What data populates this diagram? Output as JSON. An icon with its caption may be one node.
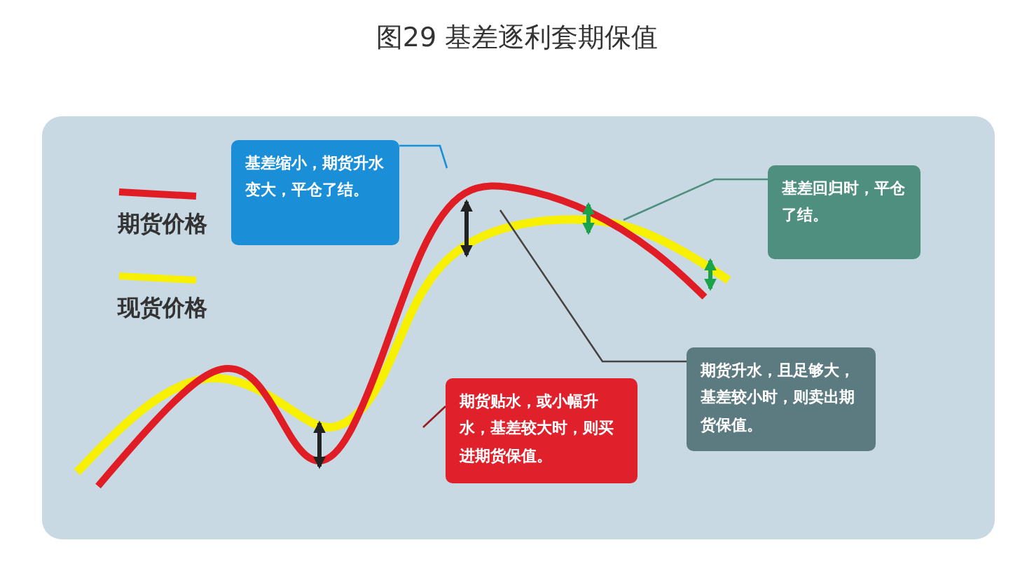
{
  "diagram": {
    "title": "图29  基差逐利套期保值",
    "nodes": [
      {
        "text": [
          "基差缩小，期货升水变大，平仓了结。"
        ]
      },
      {
        "text": [
          "期货贴水，或小幅升水，基差较大时，则买进期货保值。"
        ]
      },
      {
        "text": [
          "基差回归时，平仓了结。"
        ]
      },
      {
        "text": [
          "期货升水，且足够大，基差较小时，则卖出期货保值。"
        ]
      }
    ],
    "edges": [
      {
        "from": 0,
        "to": null,
        "arrow": "none",
        "color": "#1a8fd8"
      },
      {
        "from": 1,
        "to": null,
        "arrow": "none",
        "color": "#9a1a20"
      },
      {
        "from": 2,
        "to": null,
        "arrow": "none",
        "color": "#4e8f80"
      },
      {
        "from": 3,
        "to": null,
        "arrow": "none",
        "color": "#444444"
      }
    ],
    "legend": [
      {
        "text": "期货价格"
      },
      {
        "text": "现货价格"
      }
    ]
  }
}
